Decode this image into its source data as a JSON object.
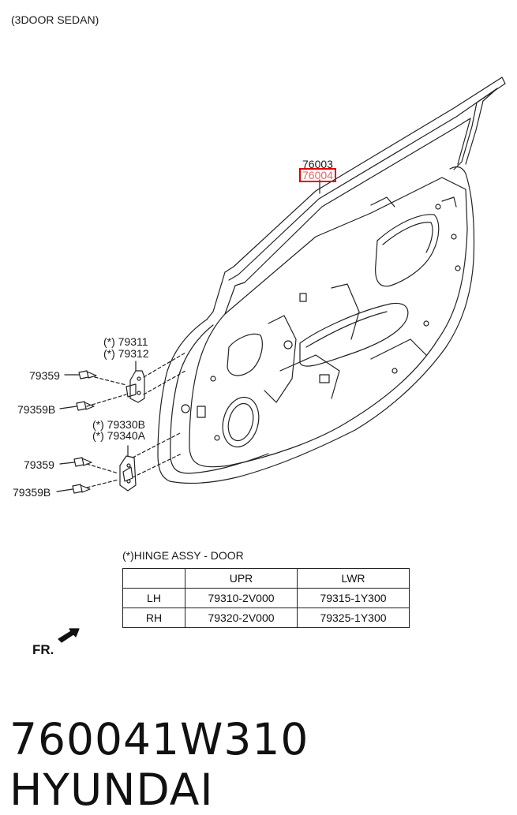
{
  "header": {
    "variant": "(3DOOR SEDAN)"
  },
  "parts": {
    "door_panel": "76003",
    "door_panel_highlighted": "76004",
    "upper_hinge_1": "79311",
    "upper_hinge_2": "79312",
    "lower_hinge_1": "79330B",
    "lower_hinge_2": "79340A",
    "bolt_upper": "79359",
    "bolt_upper_b": "79359B",
    "bolt_lower": "79359",
    "bolt_lower_b": "79359B",
    "asterisk_mark": "(*)"
  },
  "hinge_table": {
    "caption": "HINGE ASSY - DOOR",
    "caption_mark": "(*)",
    "columns": [
      "",
      "UPR",
      "LWR"
    ],
    "rows": [
      {
        "side": "LH",
        "upr": "79310-2V000",
        "lwr": "79315-1Y300"
      },
      {
        "side": "RH",
        "upr": "79320-2V000",
        "lwr": "79325-1Y300"
      }
    ]
  },
  "direction": {
    "label": "FR."
  },
  "footer": {
    "part_number": "760041W310",
    "brand": "HYUNDAI"
  },
  "colors": {
    "highlight": "#e00000",
    "line": "#222222"
  }
}
